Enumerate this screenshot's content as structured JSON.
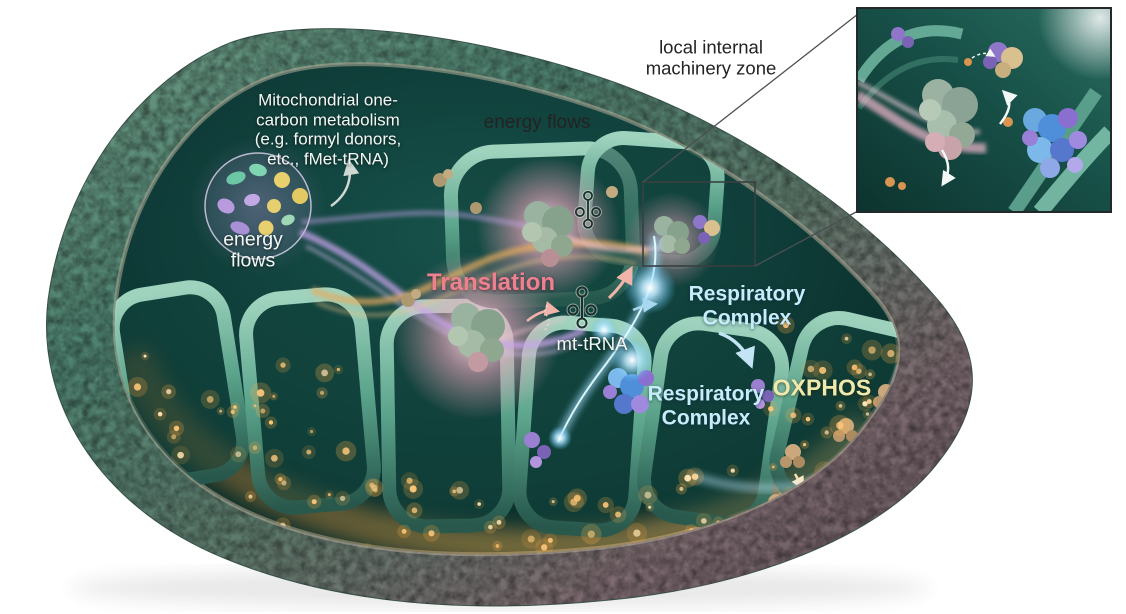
{
  "figure": {
    "type": "scientific-illustration",
    "subject": "Cutaway 3D mitochondrion showing energy and translation machinery flows with magnified inset"
  },
  "labels": {
    "one_carbon": "Mitochondrial one-\ncarbon metabolism\n(e.g. formyl donors,\netc., fMet-tRNA)",
    "energy_flows_outside": "energy flows",
    "energy_flows_matrix": "energy\nflows",
    "translation": "Translation",
    "mt_trna": "mt-tRNA",
    "respiratory_complex_1": "Respiratory\nComplex",
    "respiratory_complex_2": "Respiratory\nComplex",
    "oxphos": "OXPHOS",
    "inset_caption": "local internal\nmachinery zone"
  },
  "colors": {
    "translation_text": "#ee8090",
    "respiratory_text": "#c8ecfa",
    "oxphos_text": "#f0e9ad",
    "white_text": "#f4f7f5",
    "dark_text": "#232323",
    "membrane_teal": "#4e8270",
    "membrane_mauve": "#8a747b",
    "matrix_dark": "#0c2f2c",
    "crista_teal": "#57a28b",
    "atp_gold": "#ffc87a",
    "energy_blue": "#9fdcff",
    "ribbon_purple": "#c7a4e8",
    "ribbon_orange": "#e7ab5e",
    "glow_pink": "#f6bfd4"
  }
}
